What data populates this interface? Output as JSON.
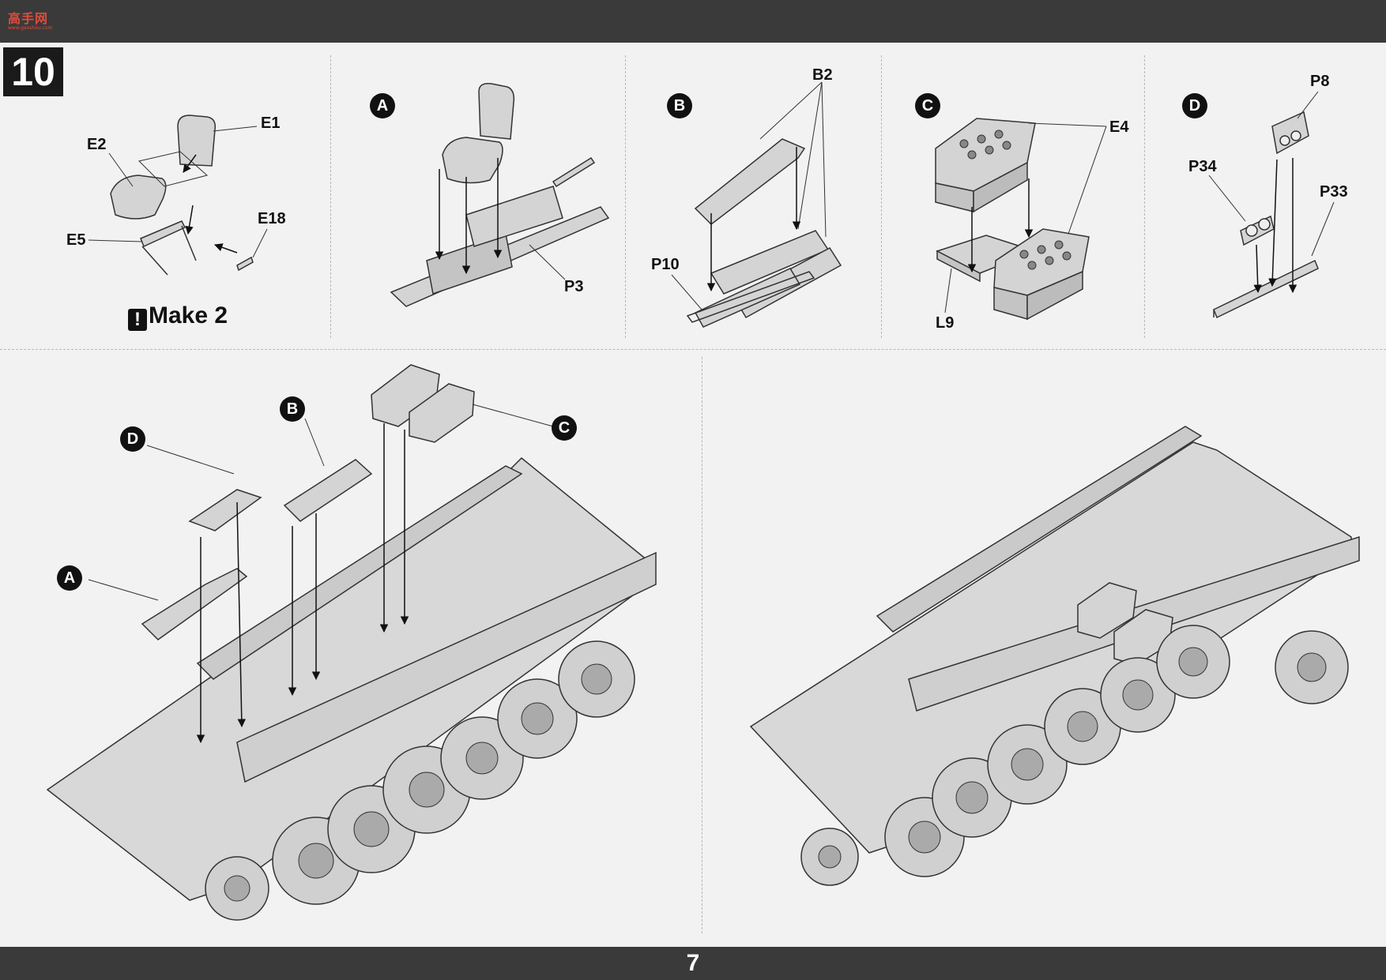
{
  "watermark": {
    "text": "高手网",
    "sub": "www.gaoshou.com"
  },
  "step": {
    "number": "10"
  },
  "make_note": "Make 2",
  "page_number": "7",
  "subassembly_markers": [
    "A",
    "B",
    "C",
    "D"
  ],
  "part_labels": {
    "E1": "E1",
    "E2": "E2",
    "E5": "E5",
    "E18": "E18",
    "P3": "P3",
    "B2": "B2",
    "P10": "P10",
    "E4": "E4",
    "L9": "L9",
    "P8": "P8",
    "P34": "P34",
    "P33": "P33"
  },
  "colors": {
    "bar": "#3a3a3a",
    "part_fill": "#d4d4d4",
    "line": "#333333",
    "marker": "#111111"
  }
}
